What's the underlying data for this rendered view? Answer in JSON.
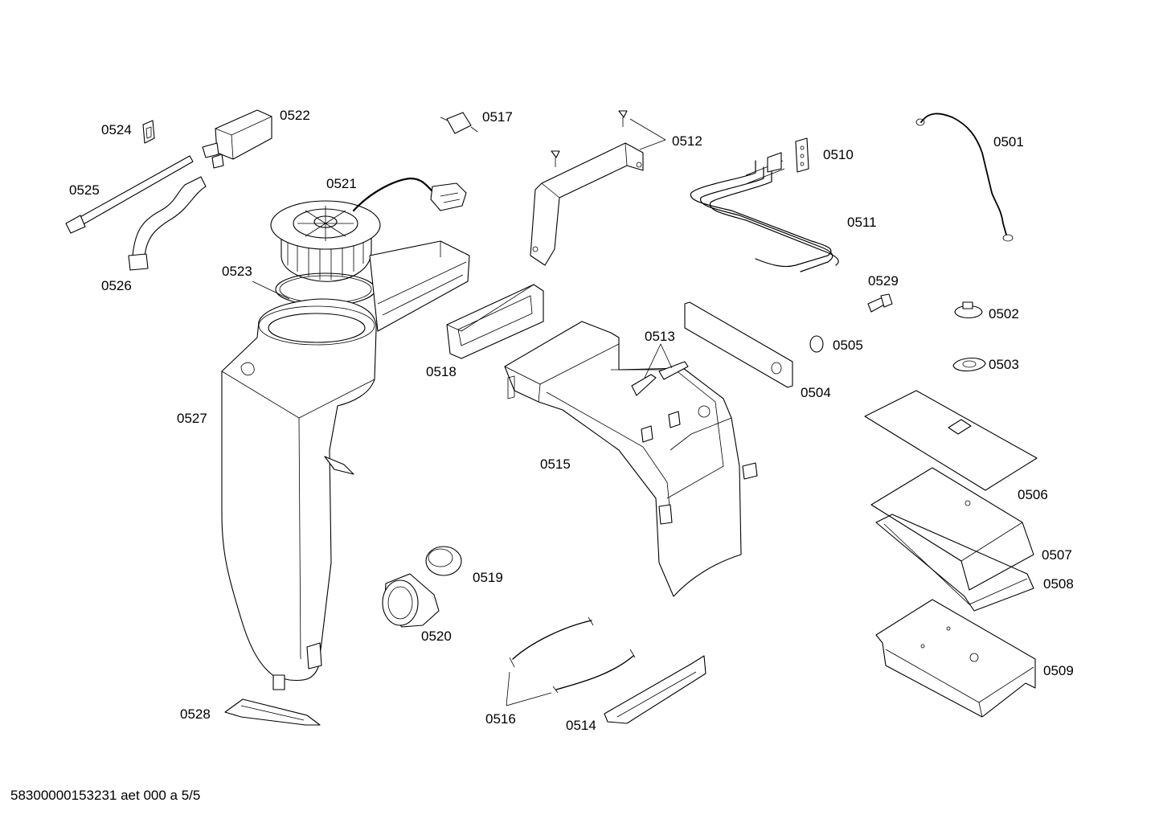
{
  "part_labels": {
    "p0501": "0501",
    "p0502": "0502",
    "p0503": "0503",
    "p0504": "0504",
    "p0505": "0505",
    "p0506": "0506",
    "p0507": "0507",
    "p0508": "0508",
    "p0509": "0509",
    "p0510": "0510",
    "p0511": "0511",
    "p0512": "0512",
    "p0513": "0513",
    "p0514": "0514",
    "p0515": "0515",
    "p0516": "0516",
    "p0517": "0517",
    "p0518": "0518",
    "p0519": "0519",
    "p0520": "0520",
    "p0521": "0521",
    "p0522": "0522",
    "p0523": "0523",
    "p0524": "0524",
    "p0525": "0525",
    "p0526": "0526",
    "p0527": "0527",
    "p0528": "0528",
    "p0529": "0529"
  },
  "footer": {
    "document_code": "58300000153231 aet 000 a 5/5"
  }
}
